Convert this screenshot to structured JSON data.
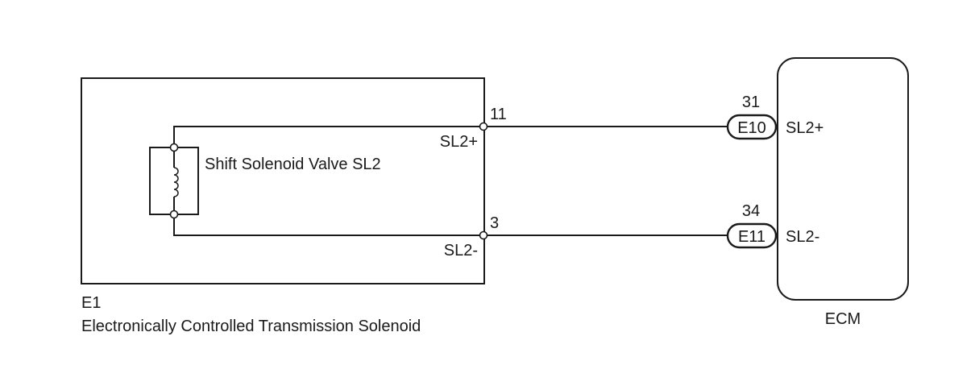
{
  "solenoid_unit": {
    "code": "E1",
    "name": "Electronically Controlled Transmission Solenoid",
    "valve_label": "Shift Solenoid Valve SL2",
    "pin_top_label": "SL2+",
    "pin_bottom_label": "SL2-",
    "pin_top_number": "11",
    "pin_bottom_number": "3"
  },
  "ecm": {
    "name": "ECM",
    "pin_top_label": "SL2+",
    "pin_bottom_label": "SL2-",
    "connector_top": "E10",
    "connector_bottom": "E11",
    "pin_top_number": "31",
    "pin_bottom_number": "34"
  },
  "icons": {
    "coil": "solenoid-coil-icon"
  }
}
